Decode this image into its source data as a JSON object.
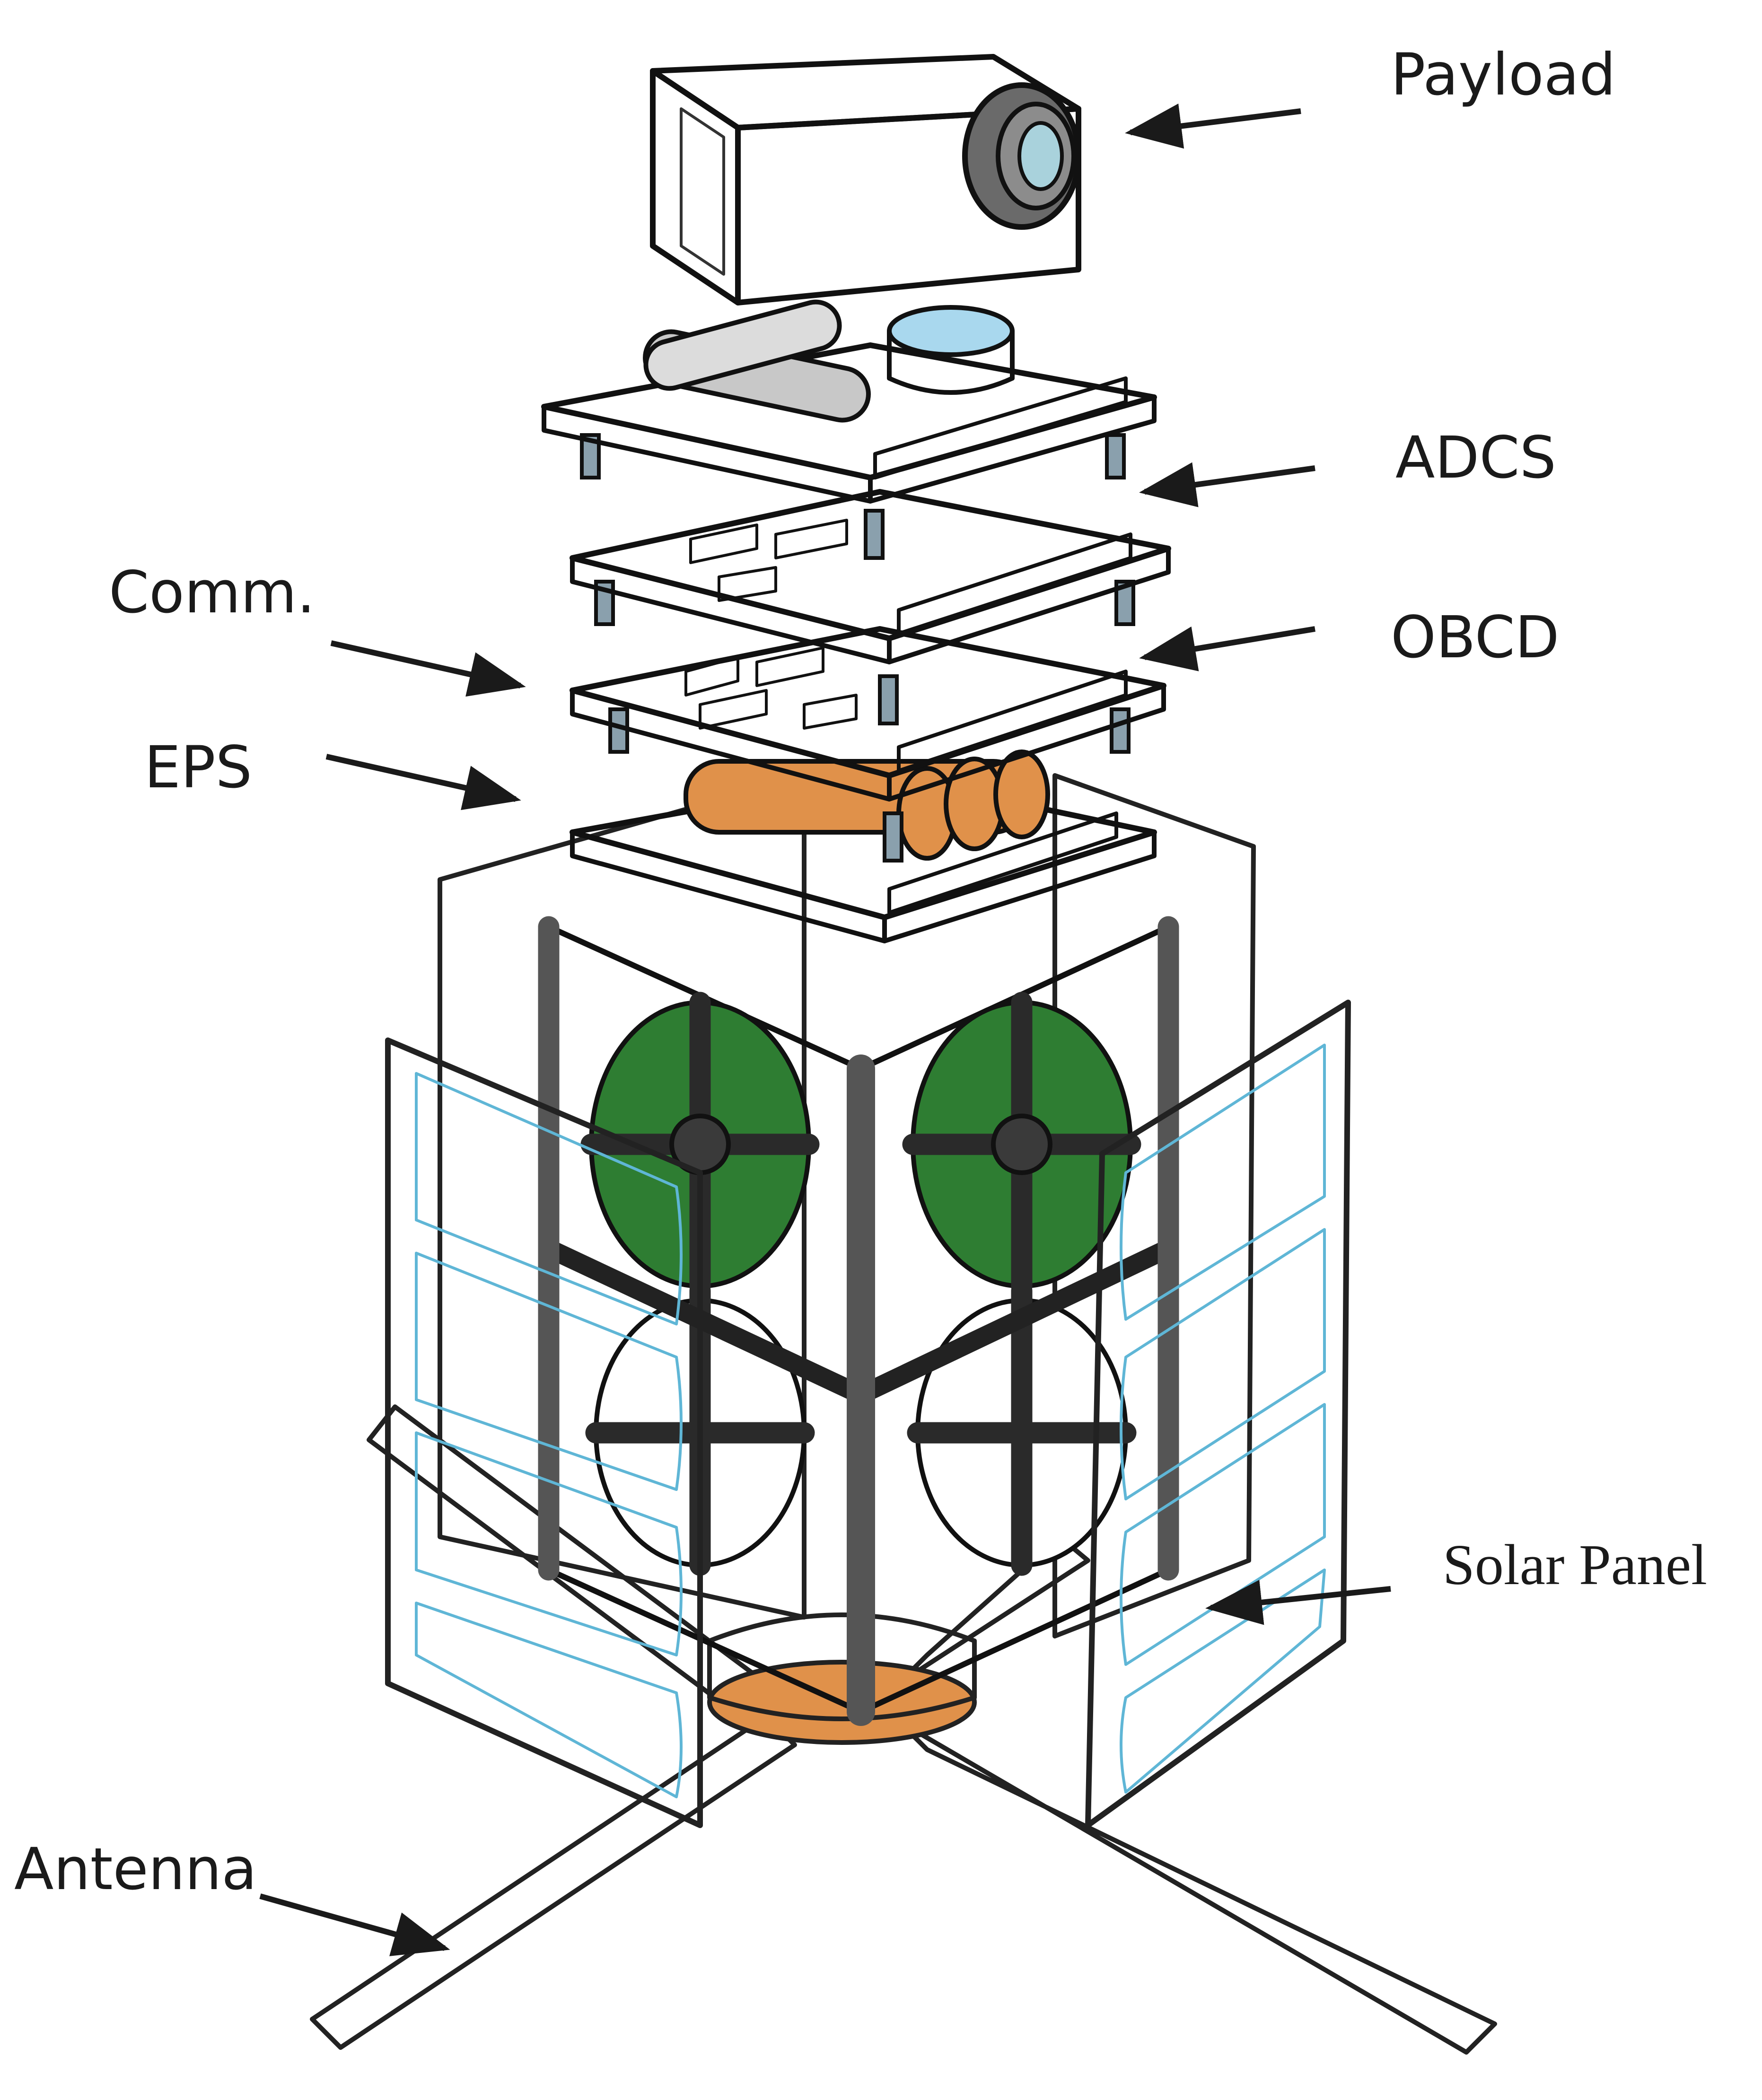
{
  "labels": {
    "payload": "Payload",
    "adcs": "ADCS",
    "comm": "Comm.",
    "obcd": "OBCD",
    "eps": "EPS",
    "solar_panel": "Solar Panel",
    "antenna": "Antenna"
  },
  "colors": {
    "pcb_green": "#2e7d32",
    "frame_dark": "#3a3a3a",
    "panel_navy": "#0b1f6e",
    "panel_frame": "#c9c9c9",
    "antenna_yellow": "#cccc00",
    "payload_blue": "#a9d2dc",
    "battery_orange": "#e0914a",
    "shield_gray": "#bdbdbd"
  }
}
